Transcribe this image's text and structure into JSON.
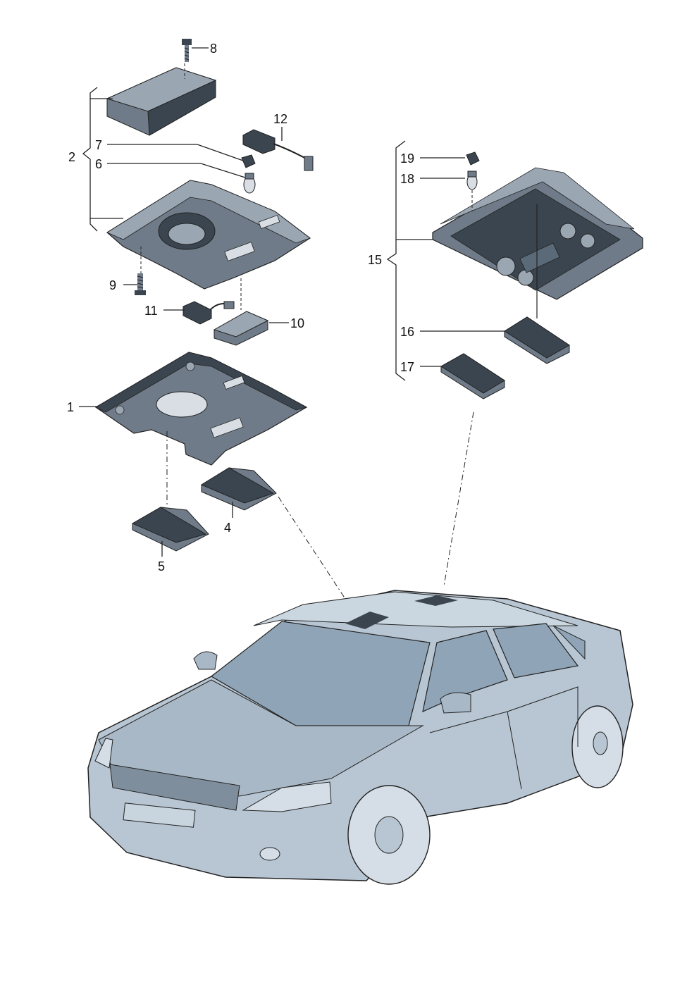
{
  "callouts": {
    "c1": "1",
    "c2": "2",
    "c4": "4",
    "c5": "5",
    "c6": "6",
    "c7": "7",
    "c8": "8",
    "c9": "9",
    "c10": "10",
    "c11": "11",
    "c12": "12",
    "c15": "15",
    "c16": "16",
    "c17": "17",
    "c18": "18",
    "c19": "19"
  },
  "colors": {
    "part_fill": "#6f7b88",
    "part_dark": "#3b4550",
    "part_light": "#9aa6b2",
    "car_fill": "#b8c6d3",
    "car_dark": "#5b6a78",
    "glass": "#8fa4b6",
    "line": "#222222"
  },
  "icons": [
    "screw-icon",
    "bulb-icon",
    "bulb-holder-icon",
    "wiring-harness-icon"
  ]
}
